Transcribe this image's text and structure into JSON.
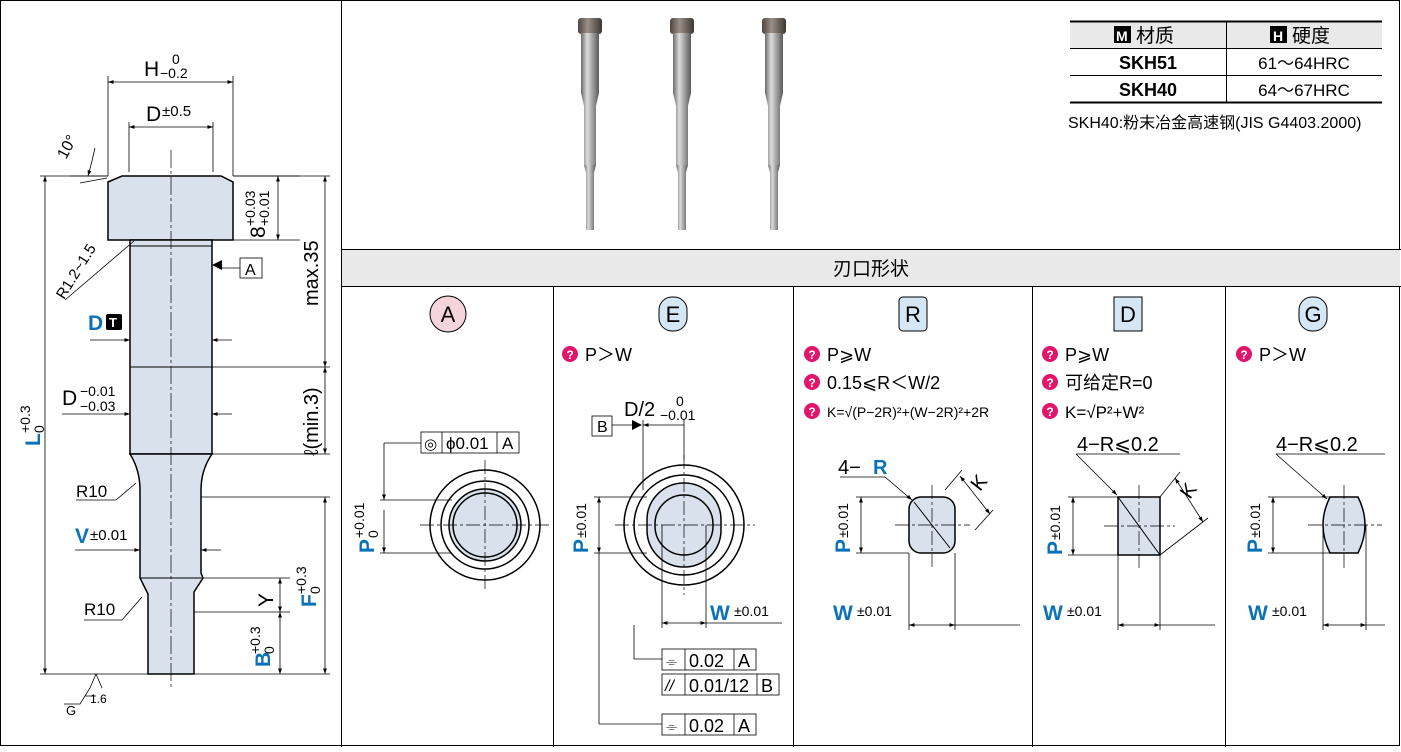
{
  "colors": {
    "accent_blue": "#0b72b8",
    "accent_pink": "#e2156b",
    "part_fill": "#d9e2ec",
    "header_gray": "#e9e9e9",
    "badge_a_fill": "#f5d5dc",
    "badge_blue_fill": "#d5e6f5"
  },
  "pin_drawing": {
    "dim_H": "H",
    "dim_H_upper": "0",
    "dim_H_lower": "−0.2",
    "dim_D_top": "D",
    "dim_D_top_tol": "±0.5",
    "angle": "10°",
    "head_thick": "8",
    "head_thick_upper": "+0.03",
    "head_thick_lower": "+0.01",
    "fillet": "R1.2~1.5",
    "datum_A": "A",
    "max_len": "max.35",
    "dt_label": "D",
    "dt_icon": "T",
    "shank_D": "D",
    "shank_D_upper": "−0.01",
    "shank_D_lower": "−0.03",
    "ell_label": "ℓ(min.3)",
    "L_label": "L",
    "L_upper": "+0.3",
    "L_lower": "0",
    "R10_1": "R10",
    "V_label": "V",
    "V_tol": "±0.01",
    "F_label": "F",
    "F_upper": "+0.3",
    "F_lower": "0",
    "Y_label": "Y",
    "R10_2": "R10",
    "B_label": "B",
    "B_upper": "+0.3",
    "B_lower": "0",
    "surface_G": "G",
    "surface_val": "1.6"
  },
  "material_table": {
    "header_material_icon": "M",
    "header_material": "材质",
    "header_hardness_icon": "H",
    "header_hardness": "硬度",
    "rows": [
      {
        "material": "SKH51",
        "hardness": "61～64HRC"
      },
      {
        "material": "SKH40",
        "hardness": "64～67HRC"
      }
    ],
    "note": "SKH40:粉末冶金高速钢(JIS G4403.2000)"
  },
  "shapes_header": "刃口形状",
  "shapes": {
    "A": {
      "badge": "A",
      "gdt_symbol": "◎",
      "gdt_value": "ϕ0.01",
      "gdt_datum": "A",
      "p_label": "P",
      "p_upper": "+0.01",
      "p_lower": "0"
    },
    "E": {
      "badge": "E",
      "cond": "P＞W",
      "datum_B": "B",
      "d2_label": "D/2",
      "d2_upper": "0",
      "d2_lower": "−0.01",
      "p_label": "P",
      "p_tol": "±0.01",
      "w_label": "W",
      "w_tol": "±0.01",
      "gdt_rows": [
        {
          "sym": "⌯",
          "val": "0.02",
          "datum": "A"
        },
        {
          "sym": "//",
          "val": "0.01/12",
          "datum": "B"
        },
        {
          "sym": "⌯",
          "val": "0.02",
          "datum": "A"
        }
      ]
    },
    "R": {
      "badge": "R",
      "cond1": "P⩾W",
      "cond2": "0.15⩽R＜W/2",
      "cond3": "K=√(P−2R)²+(W−2R)²+2R",
      "radius_label_prefix": "4−",
      "radius_label": "R",
      "k_label": "K",
      "p_label": "P",
      "p_tol": "±0.01",
      "w_label": "W",
      "w_tol": "±0.01"
    },
    "D": {
      "badge": "D",
      "cond1": "P⩾W",
      "cond2": "可给定R=0",
      "cond3": "K=√P²+W²",
      "radius_label": "4−R⩽0.2",
      "k_label": "K",
      "p_label": "P",
      "p_tol": "±0.01",
      "w_label": "W",
      "w_tol": "±0.01"
    },
    "G": {
      "badge": "G",
      "cond1": "P＞W",
      "radius_label": "4−R⩽0.2",
      "p_label": "P",
      "p_tol": "±0.01",
      "w_label": "W",
      "w_tol": "±0.01"
    }
  }
}
